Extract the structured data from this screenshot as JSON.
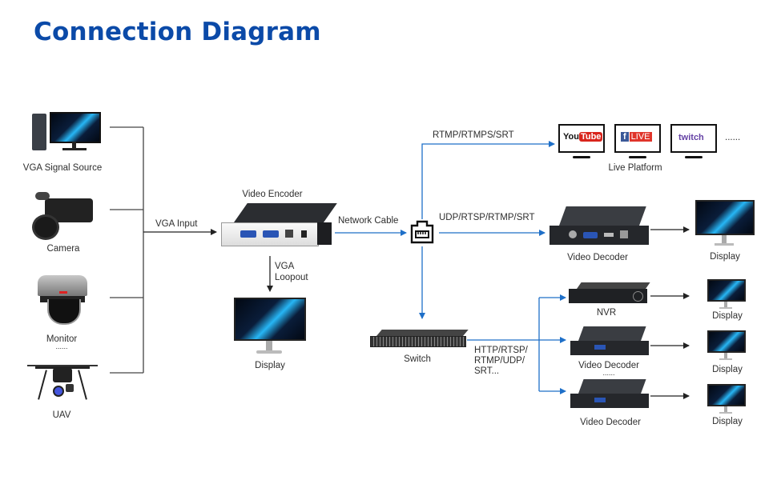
{
  "title": "Connection Diagram",
  "colors": {
    "title": "#0b4aa8",
    "network_line": "#1e6fc8",
    "video_line": "#333333",
    "screen_accent": "#29b9f5",
    "youtube_red": "#d9251c",
    "facebook_blue": "#3b5998",
    "facebook_live_red": "#e0352b",
    "twitch_purple": "#6441a5"
  },
  "sources": [
    {
      "label": "VGA Signal Source",
      "icon": "desktop-pc-icon"
    },
    {
      "label": "Camera",
      "icon": "camcorder-icon"
    },
    {
      "label": "Monitor",
      "sub": "......",
      "icon": "dome-camera-icon"
    },
    {
      "label": "UAV",
      "icon": "drone-icon"
    }
  ],
  "links": {
    "vga_input": "VGA Input",
    "network_cable": "Network Cable",
    "vga_loopout_1": "VGA",
    "vga_loopout_2": "Loopout",
    "rtmp": "RTMP/RTMPS/SRT",
    "udp": "UDP/RTSP/RTMP/SRT",
    "switch_proto_1": "HTTP/RTSP/",
    "switch_proto_2": "RTMP/UDP/",
    "switch_proto_3": "SRT..."
  },
  "encoder": {
    "label": "Video Encoder"
  },
  "loop_display": {
    "label": "Display"
  },
  "live": {
    "label": "Live Platform",
    "platforms": [
      {
        "name": "YouTube",
        "part1": "You",
        "part2": "Tube"
      },
      {
        "name": "Facebook Live",
        "part1": "f",
        "part2": "LIVE"
      },
      {
        "name": "Twitch",
        "part1": "twitch"
      }
    ],
    "more": "......"
  },
  "decoder_top": {
    "label": "Video Decoder",
    "display": "Display"
  },
  "switch": {
    "label": "Switch"
  },
  "outputs": [
    {
      "device": "NVR",
      "display": "Display"
    },
    {
      "device": "Video Decoder",
      "sub": "......",
      "display": "Display"
    },
    {
      "device": "Video Decoder",
      "display": "Display"
    }
  ]
}
